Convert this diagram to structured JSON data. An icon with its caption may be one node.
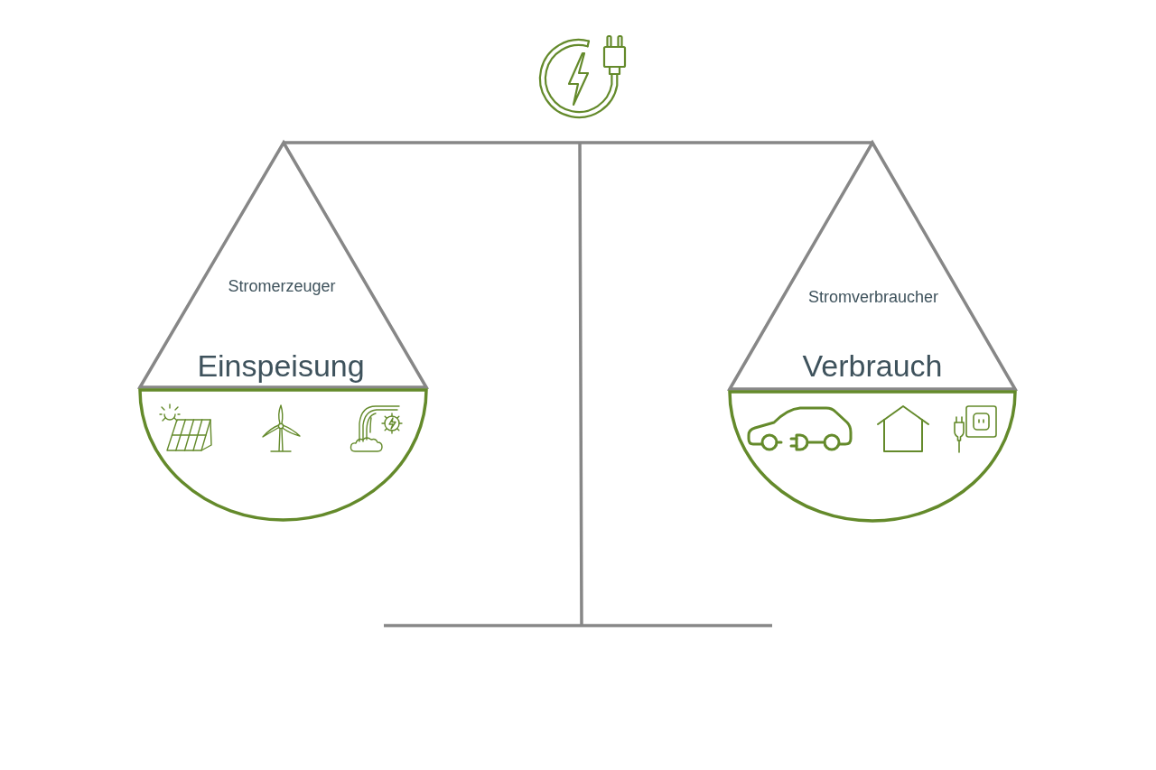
{
  "diagram": {
    "nodes": [
      {
        "text": [
          "Stromerzeuger",
          "Einspeisung"
        ]
      },
      {
        "text": [
          "Stromverbraucher",
          "Verbrauch"
        ]
      }
    ]
  }
}
